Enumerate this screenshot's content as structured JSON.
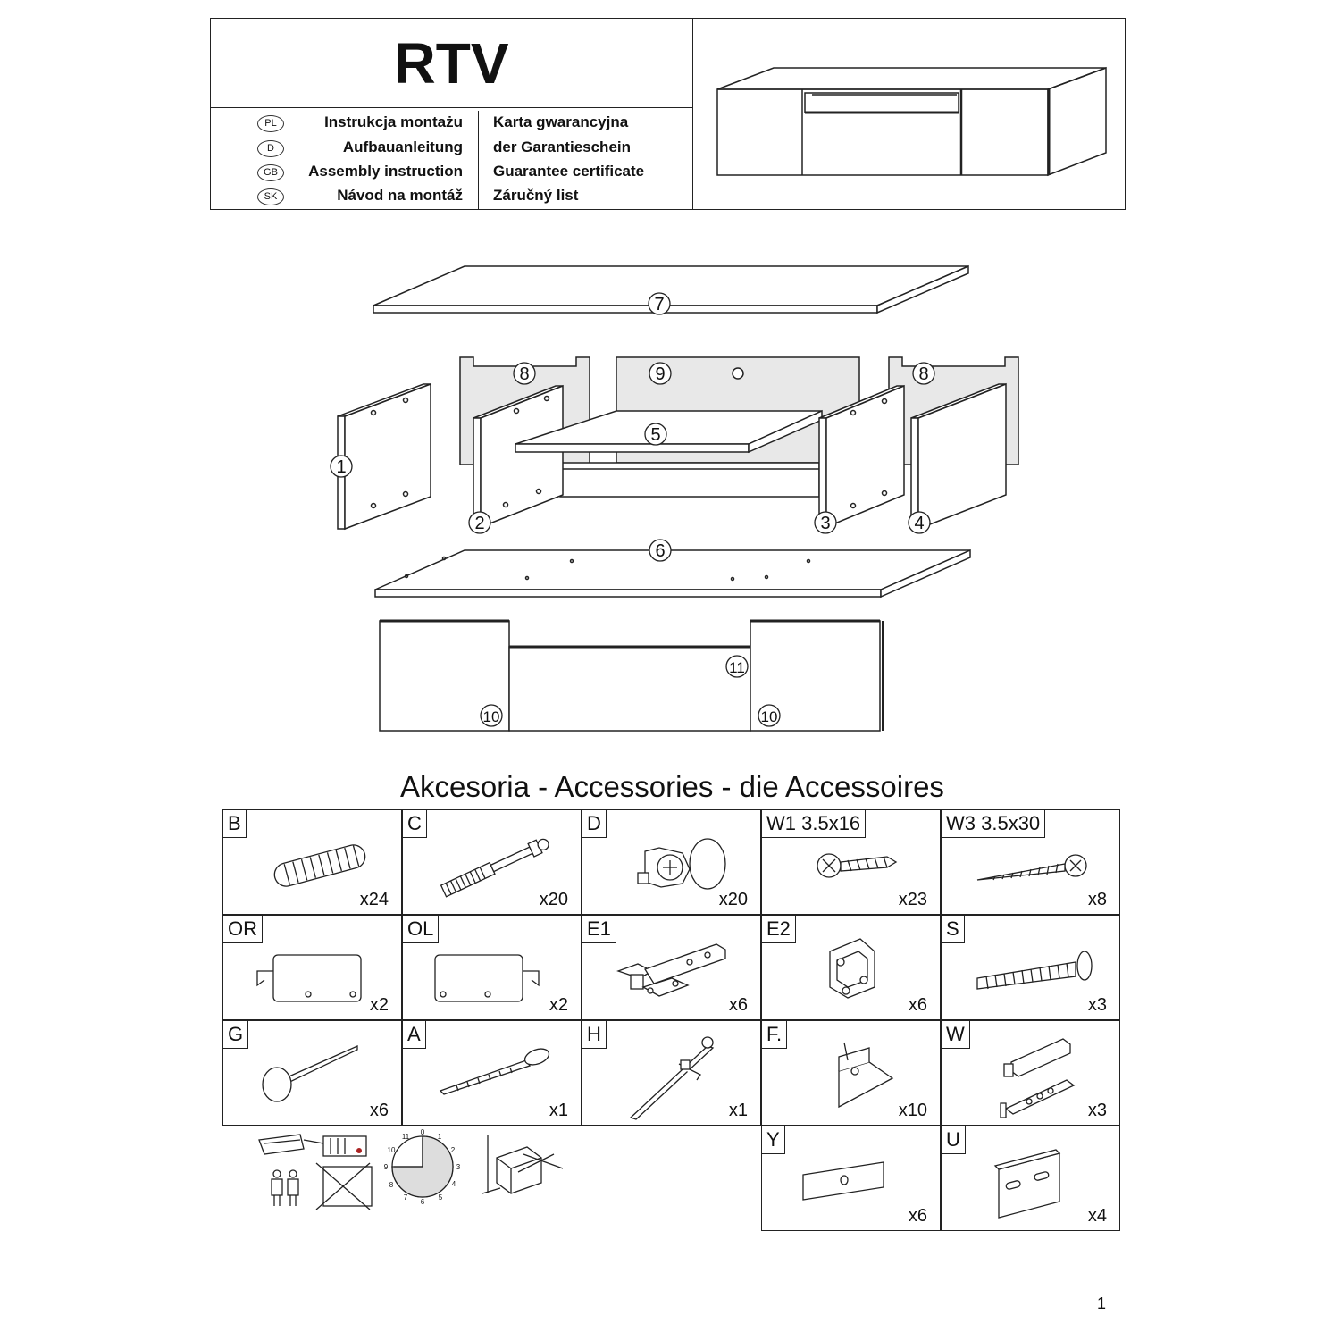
{
  "header": {
    "title": "RTV",
    "languages": [
      {
        "code": "PL",
        "instruction": "Instrukcja montażu",
        "guarantee": "Karta gwarancyjna"
      },
      {
        "code": "D",
        "instruction": "Aufbauanleitung",
        "guarantee": "der Garantieschein"
      },
      {
        "code": "GB",
        "instruction": "Assembly instruction",
        "guarantee": "Guarantee certificate"
      },
      {
        "code": "SK",
        "instruction": "Návod na montáž",
        "guarantee": "Záručný list"
      }
    ]
  },
  "parts": {
    "p1": "1",
    "p2": "2",
    "p3": "3",
    "p4": "4",
    "p5": "5",
    "p6": "6",
    "p7": "7",
    "p8": "8",
    "p9": "9",
    "p10": "10",
    "p11": "11"
  },
  "accessories": {
    "title": "Akcesoria - Accessories - die Accessoires",
    "items": [
      {
        "label": "B",
        "qty": "x24"
      },
      {
        "label": "C",
        "qty": "x20"
      },
      {
        "label": "D",
        "qty": "x20"
      },
      {
        "label": "W1 3.5x16",
        "qty": "x23"
      },
      {
        "label": "W3 3.5x30",
        "qty": "x8"
      },
      {
        "label": "OR",
        "qty": "x2"
      },
      {
        "label": "OL",
        "qty": "x2"
      },
      {
        "label": "E1",
        "qty": "x6"
      },
      {
        "label": "E2",
        "qty": "x6"
      },
      {
        "label": "S",
        "qty": "x3"
      },
      {
        "label": "G",
        "qty": "x6"
      },
      {
        "label": "A",
        "qty": "x1"
      },
      {
        "label": "H",
        "qty": "x1"
      },
      {
        "label": "F.",
        "qty": "x10"
      },
      {
        "label": "W",
        "qty": "x3"
      },
      {
        "label": "Y",
        "qty": "x6"
      },
      {
        "label": "U",
        "qty": "x4"
      }
    ]
  },
  "clock": {
    "numbers": [
      "0",
      "1",
      "2",
      "3",
      "4",
      "5",
      "6",
      "7",
      "8",
      "9",
      "10",
      "11"
    ]
  },
  "page_number": "1"
}
